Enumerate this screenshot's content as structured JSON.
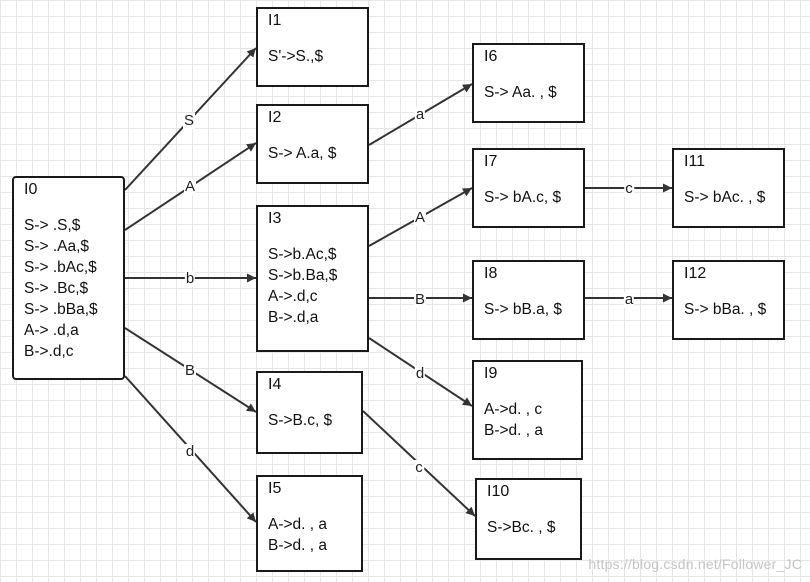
{
  "states": [
    {
      "id": "I0",
      "label": "I0",
      "items": [
        "S-> .S,$",
        "S-> .Aa,$",
        "S-> .bAc,$",
        "S-> .Bc,$",
        "S-> .bBa,$",
        "A-> .d,a",
        "B->.d,c"
      ]
    },
    {
      "id": "I1",
      "label": "I1",
      "items": [
        "S'->S.,$"
      ]
    },
    {
      "id": "I2",
      "label": "I2",
      "items": [
        "S-> A.a, $"
      ]
    },
    {
      "id": "I3",
      "label": "I3",
      "items": [
        "S->b.Ac,$",
        "S->b.Ba,$",
        "A->.d,c",
        "B->.d,a"
      ]
    },
    {
      "id": "I4",
      "label": "I4",
      "items": [
        "S->B.c, $"
      ]
    },
    {
      "id": "I5",
      "label": "I5",
      "items": [
        "A->d. , a",
        "B->d. , a"
      ]
    },
    {
      "id": "I6",
      "label": "I6",
      "items": [
        "S-> Aa. , $"
      ]
    },
    {
      "id": "I7",
      "label": "I7",
      "items": [
        "S-> bA.c, $"
      ]
    },
    {
      "id": "I8",
      "label": "I8",
      "items": [
        "S-> bB.a, $"
      ]
    },
    {
      "id": "I9",
      "label": "I9",
      "items": [
        "A->d. , c",
        "B->d. , a"
      ]
    },
    {
      "id": "I10",
      "label": "I10",
      "items": [
        "S->Bc. , $"
      ]
    },
    {
      "id": "I11",
      "label": "I11",
      "items": [
        "S-> bAc. , $"
      ]
    },
    {
      "id": "I12",
      "label": "I12",
      "items": [
        "S-> bBa. , $"
      ]
    }
  ],
  "transitions": [
    {
      "from": "I0",
      "to": "I1",
      "symbol": "S"
    },
    {
      "from": "I0",
      "to": "I2",
      "symbol": "A"
    },
    {
      "from": "I0",
      "to": "I3",
      "symbol": "b"
    },
    {
      "from": "I0",
      "to": "I4",
      "symbol": "B"
    },
    {
      "from": "I0",
      "to": "I5",
      "symbol": "d"
    },
    {
      "from": "I2",
      "to": "I6",
      "symbol": "a"
    },
    {
      "from": "I3",
      "to": "I7",
      "symbol": "A"
    },
    {
      "from": "I3",
      "to": "I8",
      "symbol": "B"
    },
    {
      "from": "I3",
      "to": "I9",
      "symbol": "d"
    },
    {
      "from": "I4",
      "to": "I10",
      "symbol": "c"
    },
    {
      "from": "I7",
      "to": "I11",
      "symbol": "c"
    },
    {
      "from": "I8",
      "to": "I12",
      "symbol": "a"
    }
  ],
  "watermark": "https://blog.csdn.net/Follower_JC",
  "colors": {
    "edge": "#333333",
    "border": "#1a1a1a"
  }
}
